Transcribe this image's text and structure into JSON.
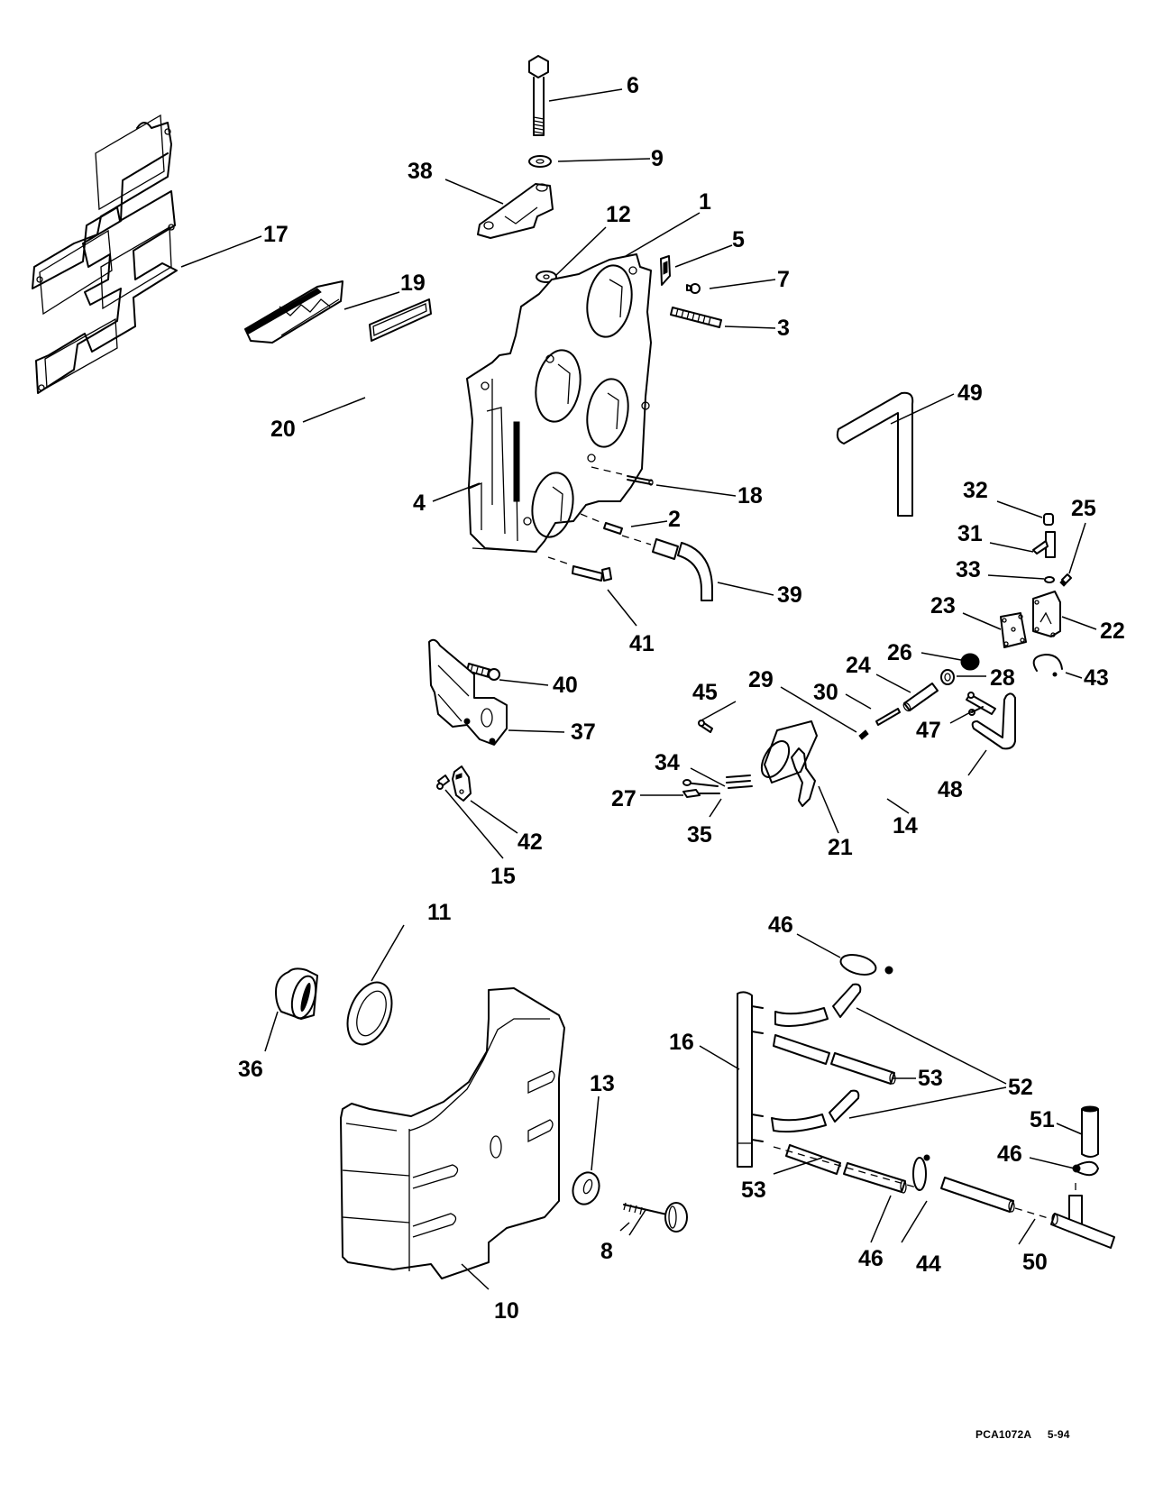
{
  "diagram": {
    "type": "exploded-parts-diagram",
    "subject": "Intake manifold / fuel pump / silencer assembly",
    "drawing_number": "PCA1072A",
    "revision_date": "5-94",
    "callouts": {
      "c1": "1",
      "c2": "2",
      "c3": "3",
      "c4": "4",
      "c5": "5",
      "c6": "6",
      "c7": "7",
      "c8": "8",
      "c9": "9",
      "c10": "10",
      "c11": "11",
      "c12": "12",
      "c13": "13",
      "c14": "14",
      "c15": "15",
      "c16": "16",
      "c17": "17",
      "c18": "18",
      "c19": "19",
      "c20": "20",
      "c21": "21",
      "c22": "22",
      "c23": "23",
      "c24": "24",
      "c25": "25",
      "c26": "26",
      "c27": "27",
      "c28": "28",
      "c29": "29",
      "c30": "30",
      "c31": "31",
      "c32": "32",
      "c33": "33",
      "c34": "34",
      "c35": "35",
      "c36": "36",
      "c37": "37",
      "c38": "38",
      "c39": "39",
      "c40": "40",
      "c41": "41",
      "c42": "42",
      "c43": "43",
      "c44": "44",
      "c45": "45",
      "c46a": "46",
      "c46b": "46",
      "c46c": "46",
      "c47": "47",
      "c48": "48",
      "c49": "49",
      "c50": "50",
      "c51": "51",
      "c52": "52",
      "c53a": "53",
      "c53b": "53"
    },
    "parts": [
      {
        "ref": "1",
        "name": "manifold-boss"
      },
      {
        "ref": "4",
        "name": "intake-manifold"
      },
      {
        "ref": "6",
        "name": "bolt"
      },
      {
        "ref": "9",
        "name": "washer"
      },
      {
        "ref": "38",
        "name": "lever-arm"
      },
      {
        "ref": "17",
        "name": "manifold-gasket"
      },
      {
        "ref": "19",
        "name": "reed-block"
      },
      {
        "ref": "20",
        "name": "reed-gasket"
      },
      {
        "ref": "49",
        "name": "bent-hose"
      },
      {
        "ref": "22",
        "name": "fuel-pump"
      },
      {
        "ref": "21",
        "name": "primer-solenoid"
      },
      {
        "ref": "37",
        "name": "bracket"
      },
      {
        "ref": "10",
        "name": "silencer-cover"
      },
      {
        "ref": "16",
        "name": "fuel-manifold-rail"
      },
      {
        "ref": "50",
        "name": "tee-fitting"
      }
    ]
  }
}
